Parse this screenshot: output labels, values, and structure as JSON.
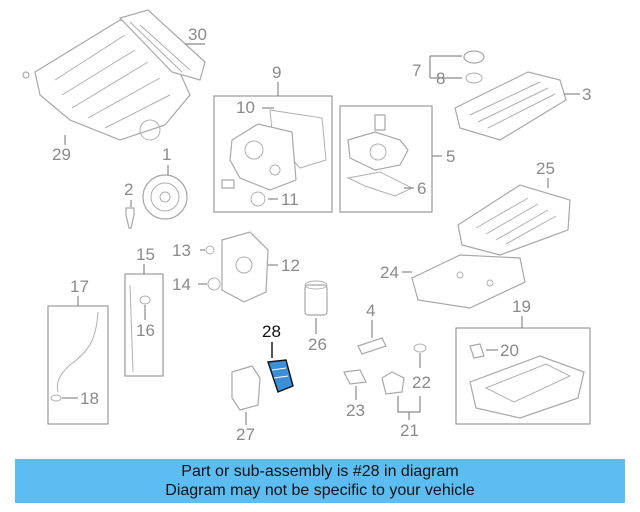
{
  "diagram": {
    "highlighted_part": "28",
    "callouts": [
      "1",
      "2",
      "3",
      "4",
      "5",
      "6",
      "7",
      "8",
      "9",
      "10",
      "11",
      "12",
      "13",
      "14",
      "15",
      "16",
      "17",
      "18",
      "19",
      "20",
      "21",
      "22",
      "23",
      "24",
      "25",
      "26",
      "27",
      "28",
      "29",
      "30"
    ],
    "colors": {
      "banner": "#5bbdf1",
      "highlight_part": "#3a8fd9",
      "linework": "#a8a8a8",
      "callout_text": "#8a8a8a"
    }
  },
  "banner": {
    "line1": "Part or sub-assembly is #28 in diagram",
    "line2": "Diagram may not be specific to your vehicle"
  }
}
